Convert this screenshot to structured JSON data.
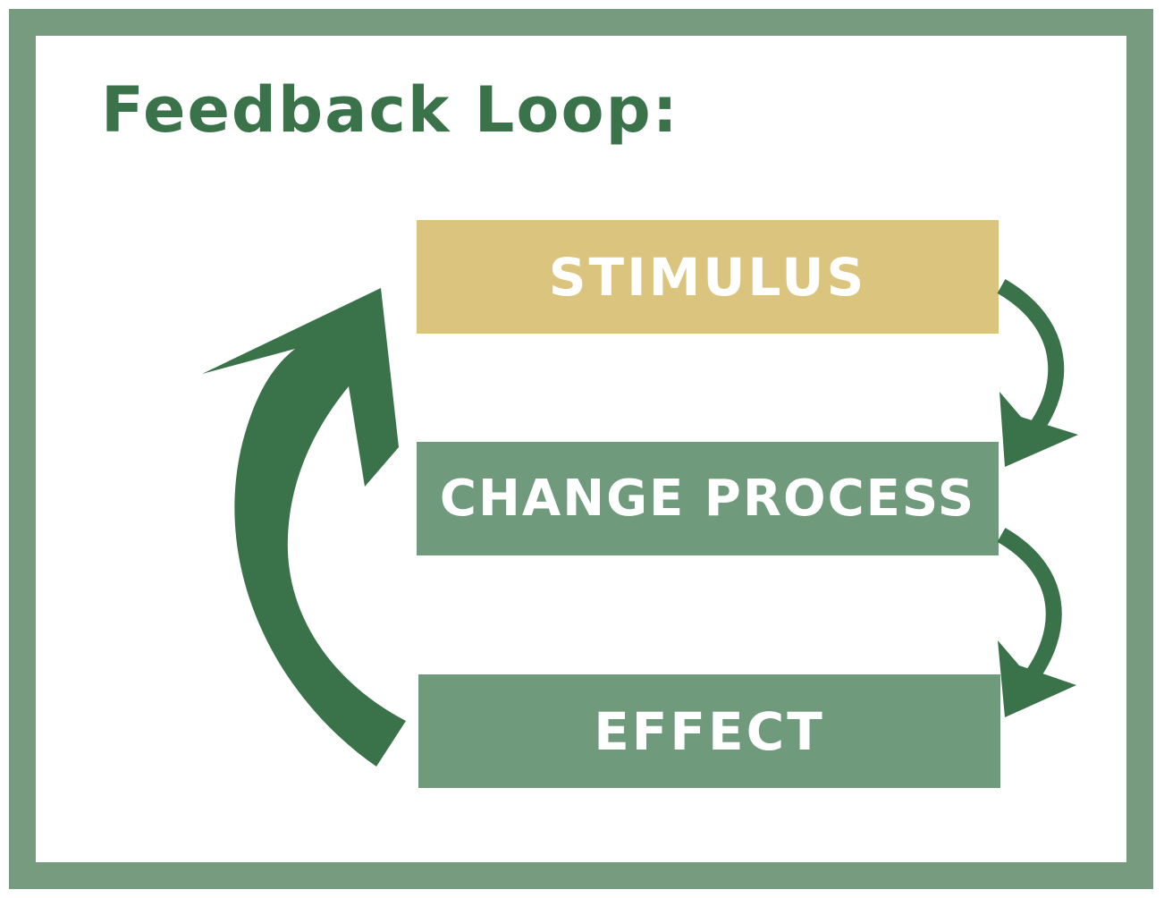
{
  "title": "Feedback Loop:",
  "steps": [
    {
      "label": "STIMULUS"
    },
    {
      "label": "CHANGE PROCESS"
    },
    {
      "label": "EFFECT"
    }
  ],
  "colors": {
    "frame": "#779b7f",
    "title": "#3a7249",
    "stimulus_box": "#dbc57e",
    "process_box": "#6f9a7b",
    "arrow": "#3a7249",
    "box_text": "#ffffff"
  },
  "icons": {
    "feedback_arrow": "curved-arrow-up",
    "step_arrow": "curved-arrow-down"
  }
}
